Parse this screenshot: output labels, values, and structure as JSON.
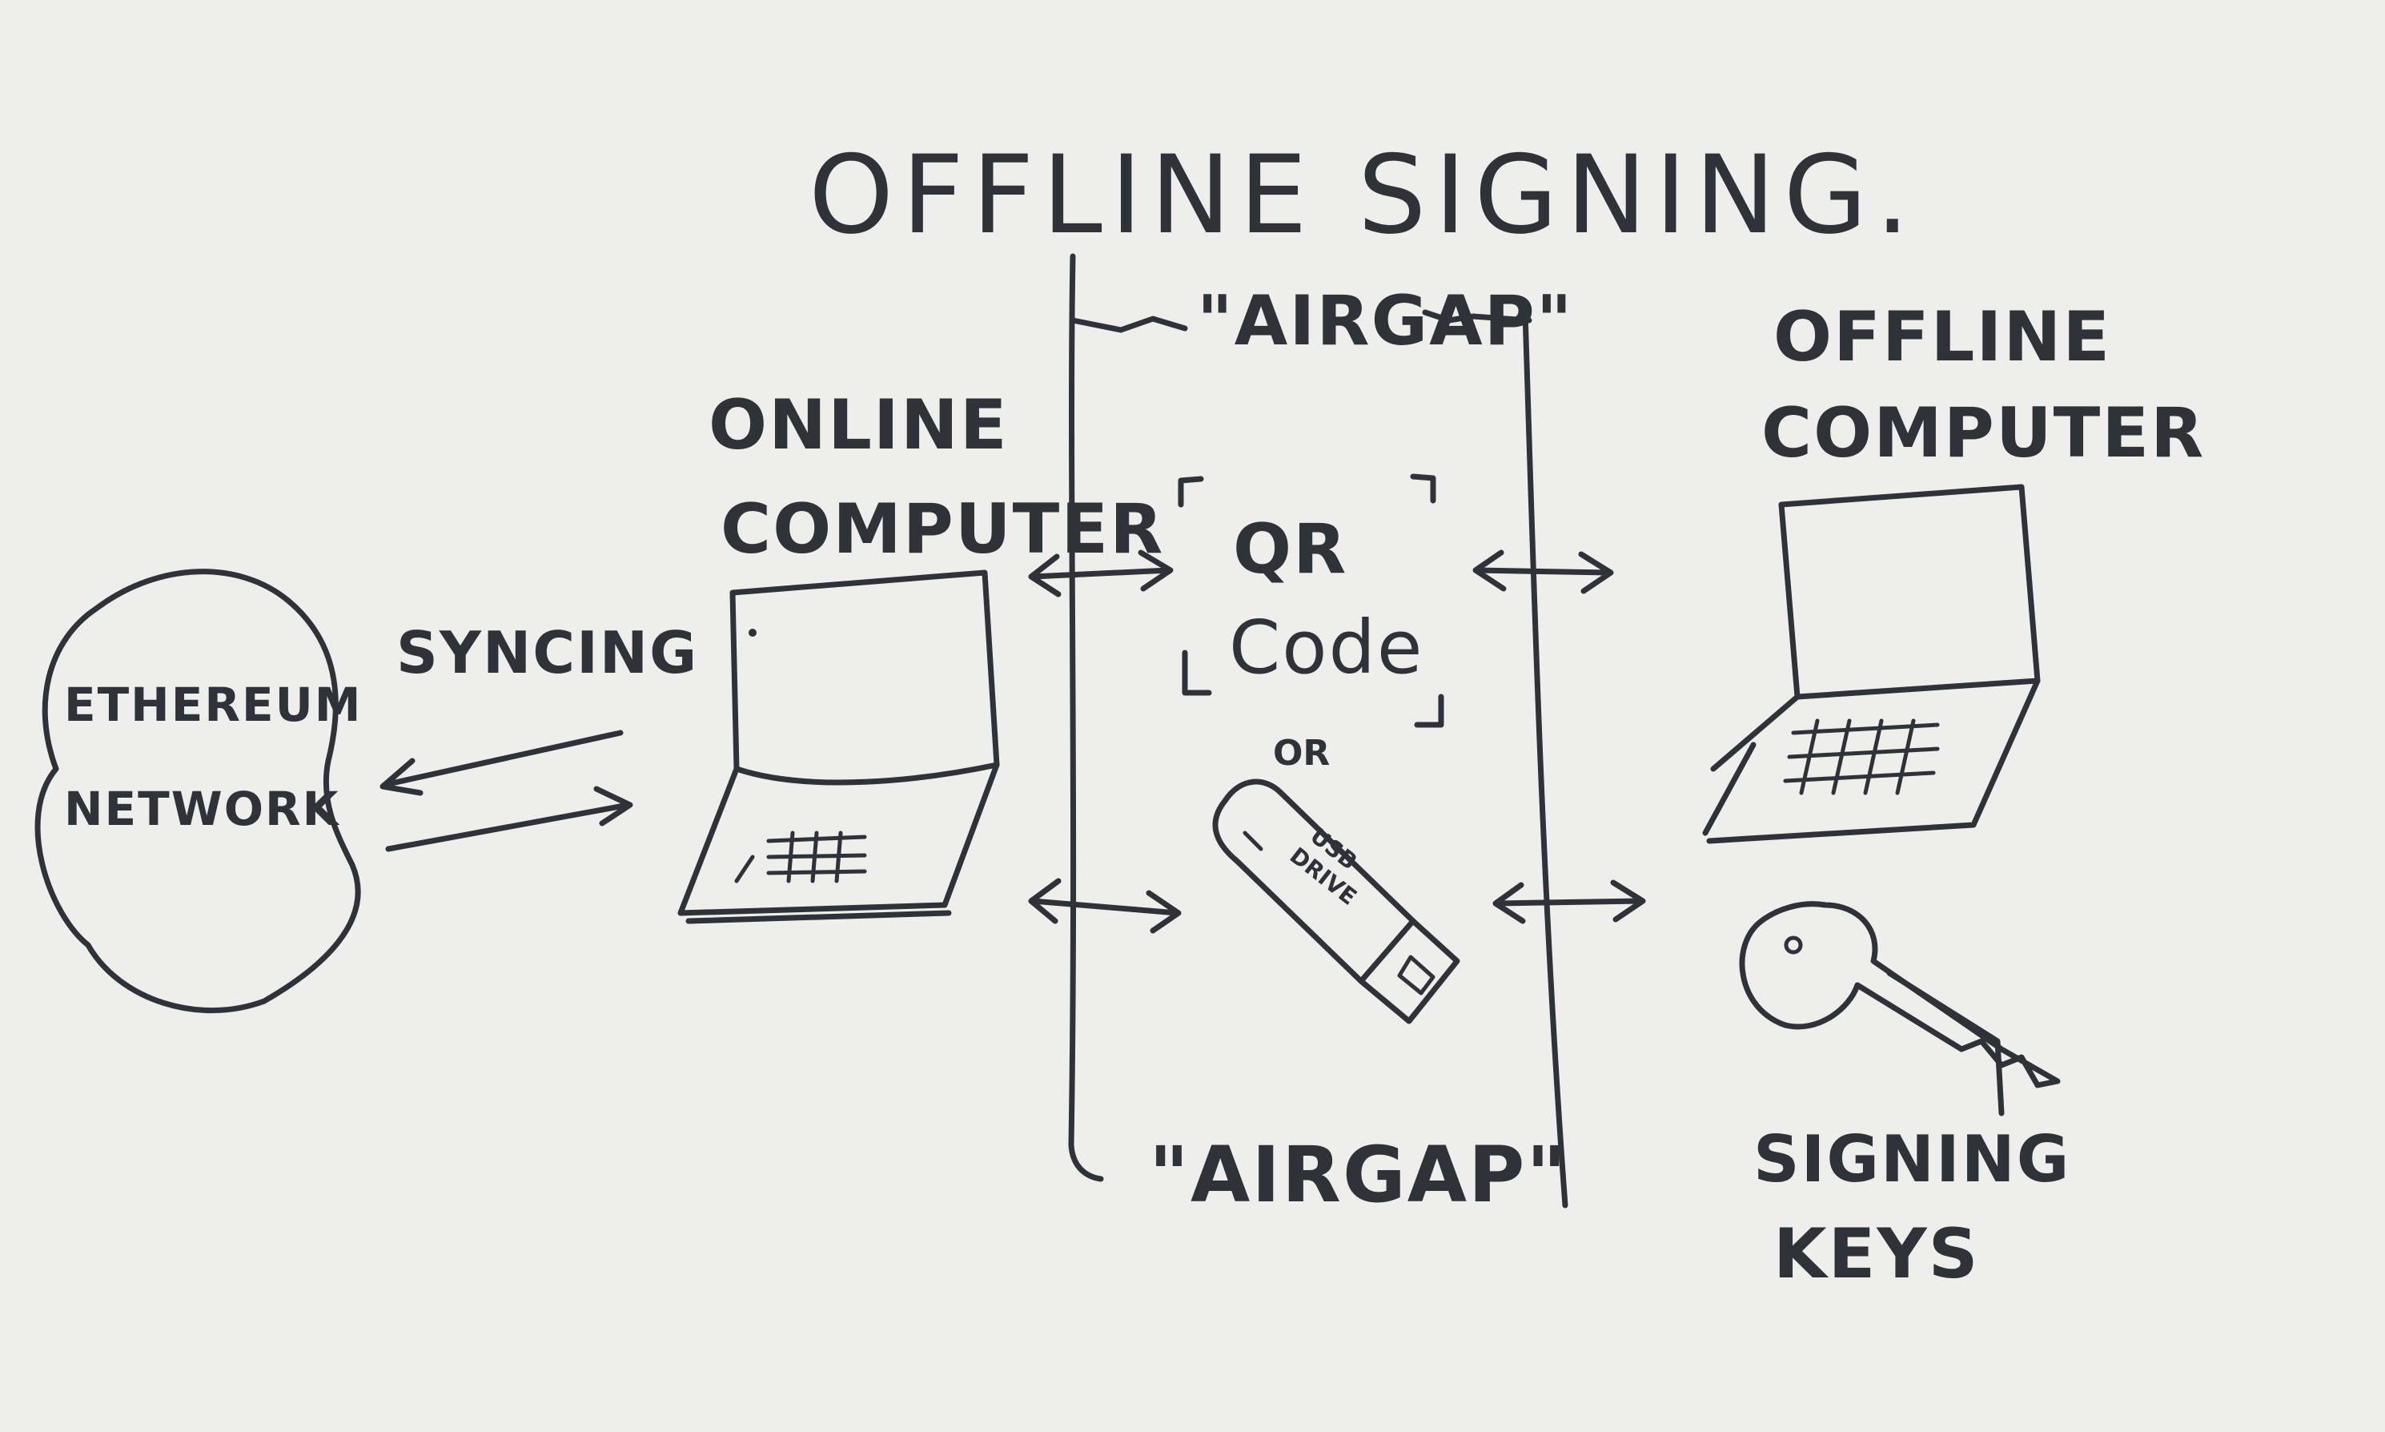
{
  "title": "OFFLINE SIGNING.",
  "network": {
    "line1": "ETHEREUM",
    "line2": "NETWORK"
  },
  "syncing_label": "SYNCING",
  "online_computer": {
    "line1": "ONLINE",
    "line2": "COMPUTER"
  },
  "airgap_top": "\"AIRGAP\"",
  "airgap_bottom": "\"AIRGAP\"",
  "qr_code": {
    "line1": "QR",
    "line2": "Code"
  },
  "or_label": "OR",
  "usb_drive": {
    "line1": "USB",
    "line2": "DRIVE"
  },
  "offline_computer": {
    "line1": "OFFLINE",
    "line2": "COMPUTER"
  },
  "signing_keys": {
    "line1": "SIGNING",
    "line2": "KEYS"
  }
}
